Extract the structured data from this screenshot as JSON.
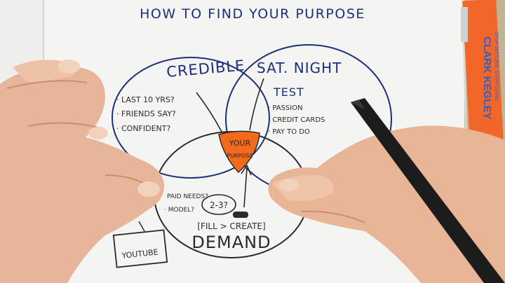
{
  "title": "HOW TO FIND YOUR PURPOSE",
  "circles": {
    "credible": {
      "heading": "CREDIBLE",
      "items": [
        "· LAST 10 YRS?",
        "· FRIENDS SAY?",
        "· CONFIDENT?"
      ]
    },
    "sat_night": {
      "heading_line1": "SAT. NIGHT",
      "heading_line2": "TEST",
      "items": [
        "· PASSION",
        "· CREDIT CARDS",
        "· PAY TO DO"
      ]
    },
    "demand": {
      "items": [
        "PAID NEEDS?",
        "· MODEL?"
      ],
      "question": "2-3?",
      "bracket_note": "[FILL > CREATE]",
      "heading": "DEMAND"
    }
  },
  "center": {
    "line1": "YOUR",
    "line2": "PURPOSE"
  },
  "side_box": {
    "label": "YOUTUBE"
  },
  "brand": {
    "name": "CLARK KEGLEY",
    "tagline": "STOP SETTLING. START LIVING"
  },
  "colors": {
    "paper": "#f4f4f2",
    "blue_ink": "#1d2f7a",
    "black_ink": "#2a2a2a",
    "purpose_orange": "#f26a1b",
    "pen_orange": "#f2662a",
    "skin": "#e9b89a"
  }
}
